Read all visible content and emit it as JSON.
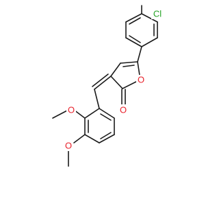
{
  "molecule": {
    "atom_labels": {
      "chlorine": "Cl",
      "ring_oxygen": "O",
      "carbonyl_oxygen": "O",
      "methoxy_oxygen_upper": "O",
      "methoxy_oxygen_lower": "O"
    },
    "methyl_implicit": true
  },
  "colors": {
    "bond": "#1a1a1a",
    "oxygen": "#e8202a",
    "chlorine": "#25a425",
    "background": "#ffffff"
  }
}
